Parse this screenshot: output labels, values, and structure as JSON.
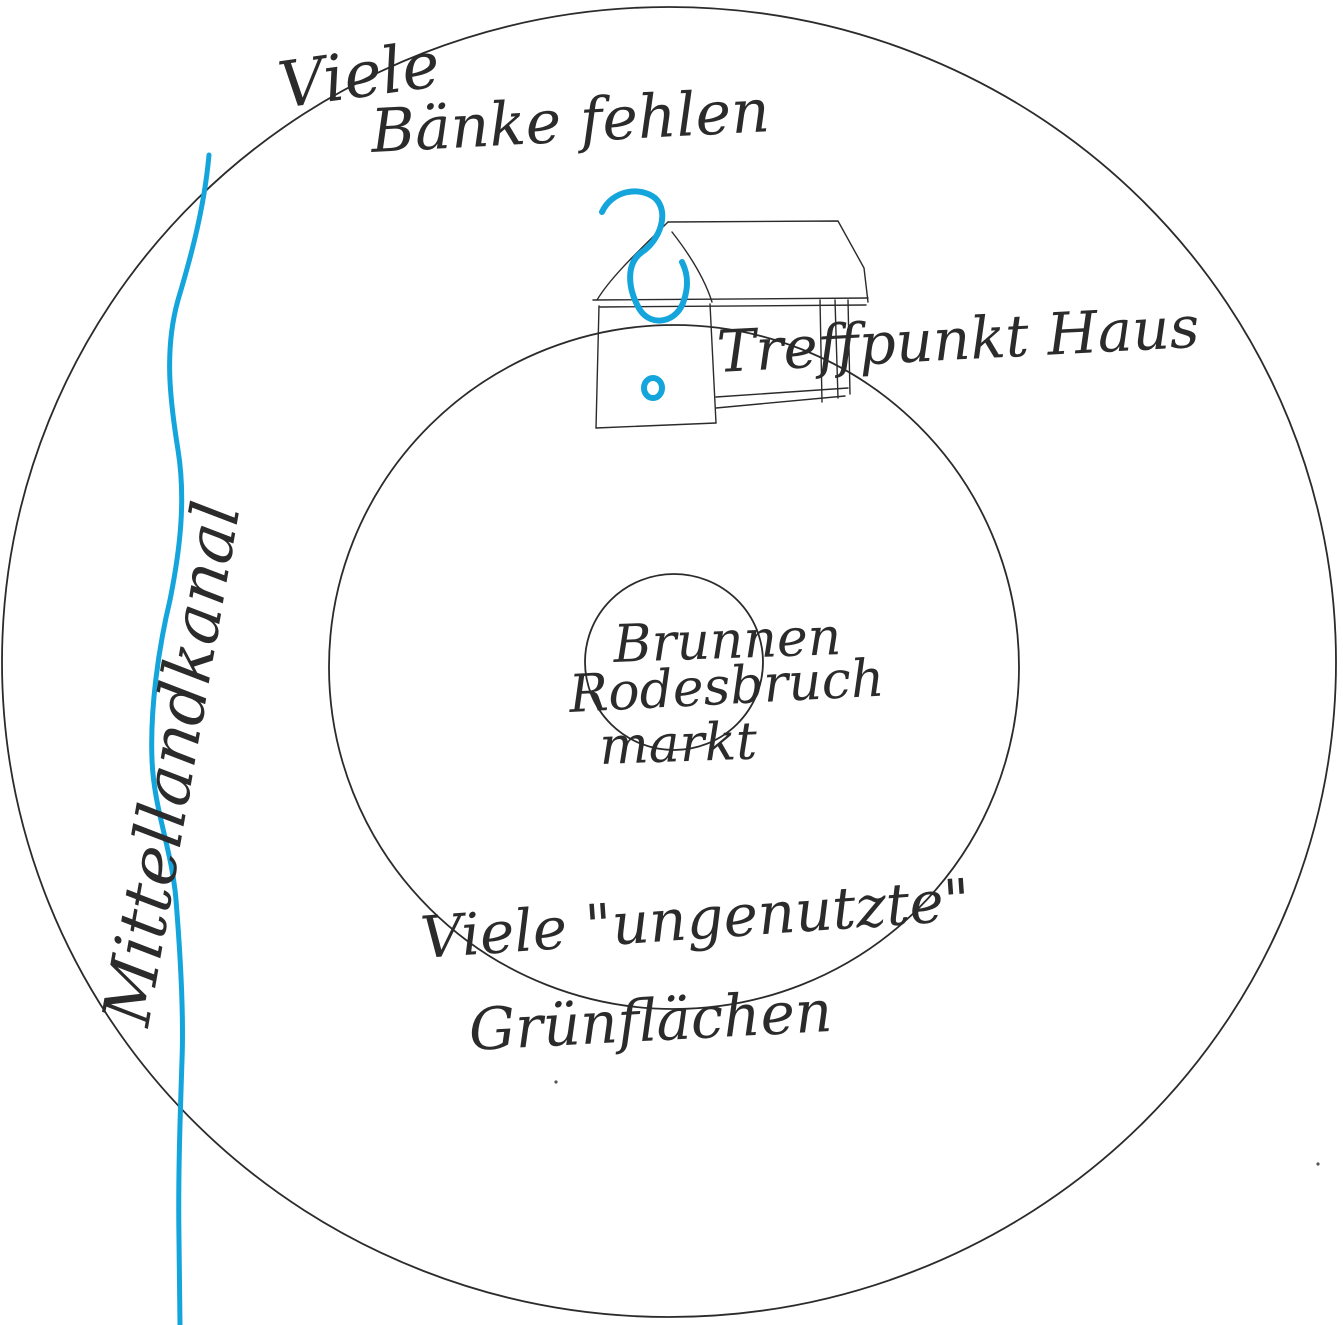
{
  "labels": {
    "top_line1": "Viele",
    "top_line2": "Bänke fehlen",
    "house": "Treffpunkt Haus",
    "canal": "Mittellandkanal",
    "center_line1": "Brunnen",
    "center_line2": "Rodesbruch",
    "center_line3": "markt",
    "bottom_line1": "Viele \"ungenutzte\"",
    "bottom_line2": "Grünflächen"
  },
  "colors": {
    "pencil": "#2b2b2b",
    "marker_blue": "#14a5dc",
    "paper": "#ffffff"
  }
}
